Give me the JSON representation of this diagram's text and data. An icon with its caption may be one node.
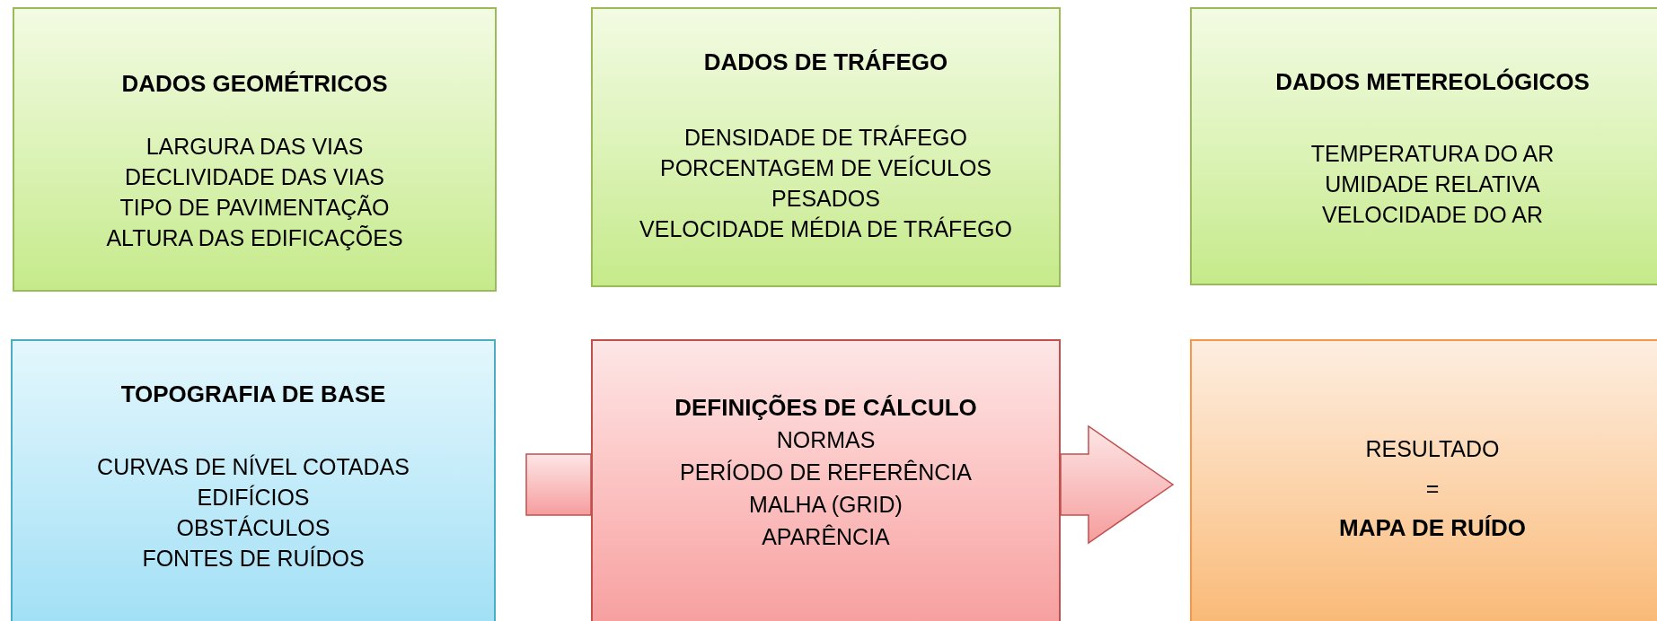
{
  "diagram": {
    "nodes": [
      {
        "text": [
          "DADOS GEOMÉTRICOS",
          "LARGURA DAS VIAS",
          "DECLIVIDADE DAS VIAS",
          "TIPO DE PAVIMENTAÇÃO",
          "ALTURA DAS EDIFICAÇÕES"
        ]
      },
      {
        "text": [
          "DADOS DE TRÁFEGO",
          "DENSIDADE DE TRÁFEGO",
          "PORCENTAGEM DE VEÍCULOS PESADOS",
          "VELOCIDADE MÉDIA DE TRÁFEGO"
        ]
      },
      {
        "text": [
          "DADOS METEREOLÓGICOS",
          "TEMPERATURA DO AR",
          "UMIDADE RELATIVA",
          "VELOCIDADE DO AR"
        ]
      },
      {
        "text": [
          "TOPOGRAFIA DE BASE",
          "CURVAS DE NÍVEL COTADAS",
          "EDIFÍCIOS",
          "OBSTÁCULOS",
          "FONTES DE RUÍDOS"
        ]
      },
      {
        "text": [
          "DEFINIÇÕES DE CÁLCULO",
          "NORMAS",
          "PERÍODO DE REFERÊNCIA",
          "MALHA (GRID)",
          "APARÊNCIA"
        ]
      },
      {
        "text": [
          "RESULTADO",
          "=",
          "MAPA DE RUÍDO"
        ]
      }
    ],
    "edges": [
      {
        "from": 3,
        "to": 4,
        "arrow": "none",
        "style": "thick"
      },
      {
        "from": 4,
        "to": 5,
        "arrow": "to",
        "style": "thick"
      }
    ]
  }
}
